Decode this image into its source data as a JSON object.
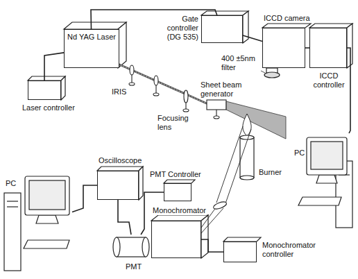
{
  "diagram": {
    "nodes": [
      {
        "text": [
          "Nd YAG Laser"
        ]
      },
      {
        "text": [
          "Gate controller (DG 535)"
        ]
      },
      {
        "text": [
          "ICCD camera"
        ]
      },
      {
        "text": [
          "ICCD controller"
        ]
      },
      {
        "text": [
          "Laser controller"
        ]
      },
      {
        "text": [
          "Oscilloscope"
        ]
      },
      {
        "text": [
          "PMT Controller"
        ]
      },
      {
        "text": [
          "PC"
        ]
      },
      {
        "text": [
          "PC"
        ]
      },
      {
        "text": [
          "Monochromator"
        ]
      },
      {
        "text": [
          "PMT"
        ]
      },
      {
        "text": [
          "Monochromator controller"
        ]
      }
    ],
    "edges": [
      {
        "from": 0,
        "to": 4,
        "arrow": "none"
      },
      {
        "from": 0,
        "to": 1,
        "arrow": "none"
      },
      {
        "from": 1,
        "to": 2,
        "arrow": "none"
      },
      {
        "from": 2,
        "to": 3,
        "arrow": "none"
      },
      {
        "from": 3,
        "to": 8,
        "arrow": "none"
      },
      {
        "from": 5,
        "to": 7,
        "arrow": "none"
      },
      {
        "from": 5,
        "to": 10,
        "arrow": "none"
      },
      {
        "from": 6,
        "to": 10,
        "arrow": "none"
      },
      {
        "from": 9,
        "to": 11,
        "arrow": "none"
      }
    ],
    "labels": [
      "IRIS",
      "400 ±5nm filter",
      "Sheet beam generator",
      "Focusing lens",
      "Burner"
    ]
  }
}
